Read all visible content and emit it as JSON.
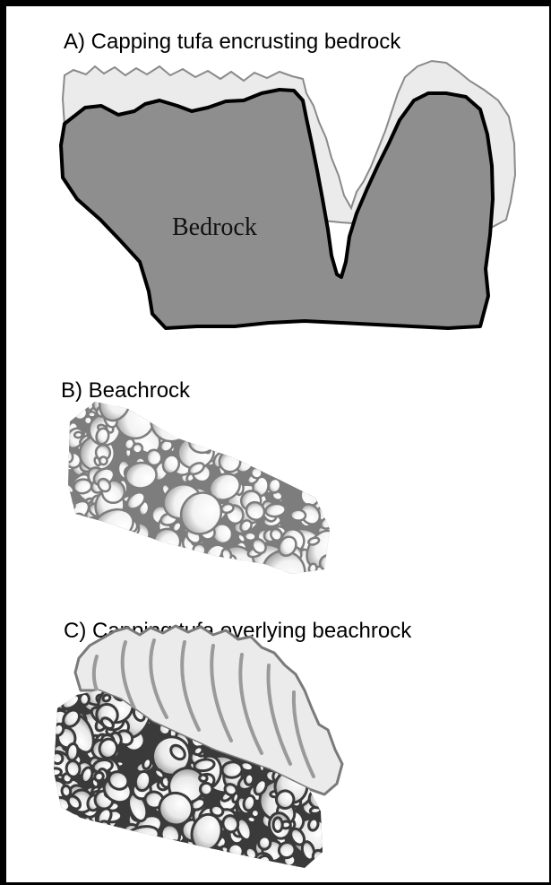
{
  "panels": {
    "a": {
      "title": "A)  Capping tufa encrusting bedrock",
      "label": "Bedrock"
    },
    "b": {
      "title": "B)  Beachrock"
    },
    "c": {
      "title": "C)  Capping tufa overlying beachrock"
    }
  },
  "colors": {
    "frame": "#000000",
    "bedrock": "#8e8e8e",
    "tufa": "#ebebeb",
    "tufa_outline": "#8a8a8a",
    "clast_outline_b": "#7d7d7d",
    "clast_outline_c": "#3a3a3a",
    "clast_fill_light": "#ffffff",
    "clast_fill_dark": "#8c8c8c"
  }
}
